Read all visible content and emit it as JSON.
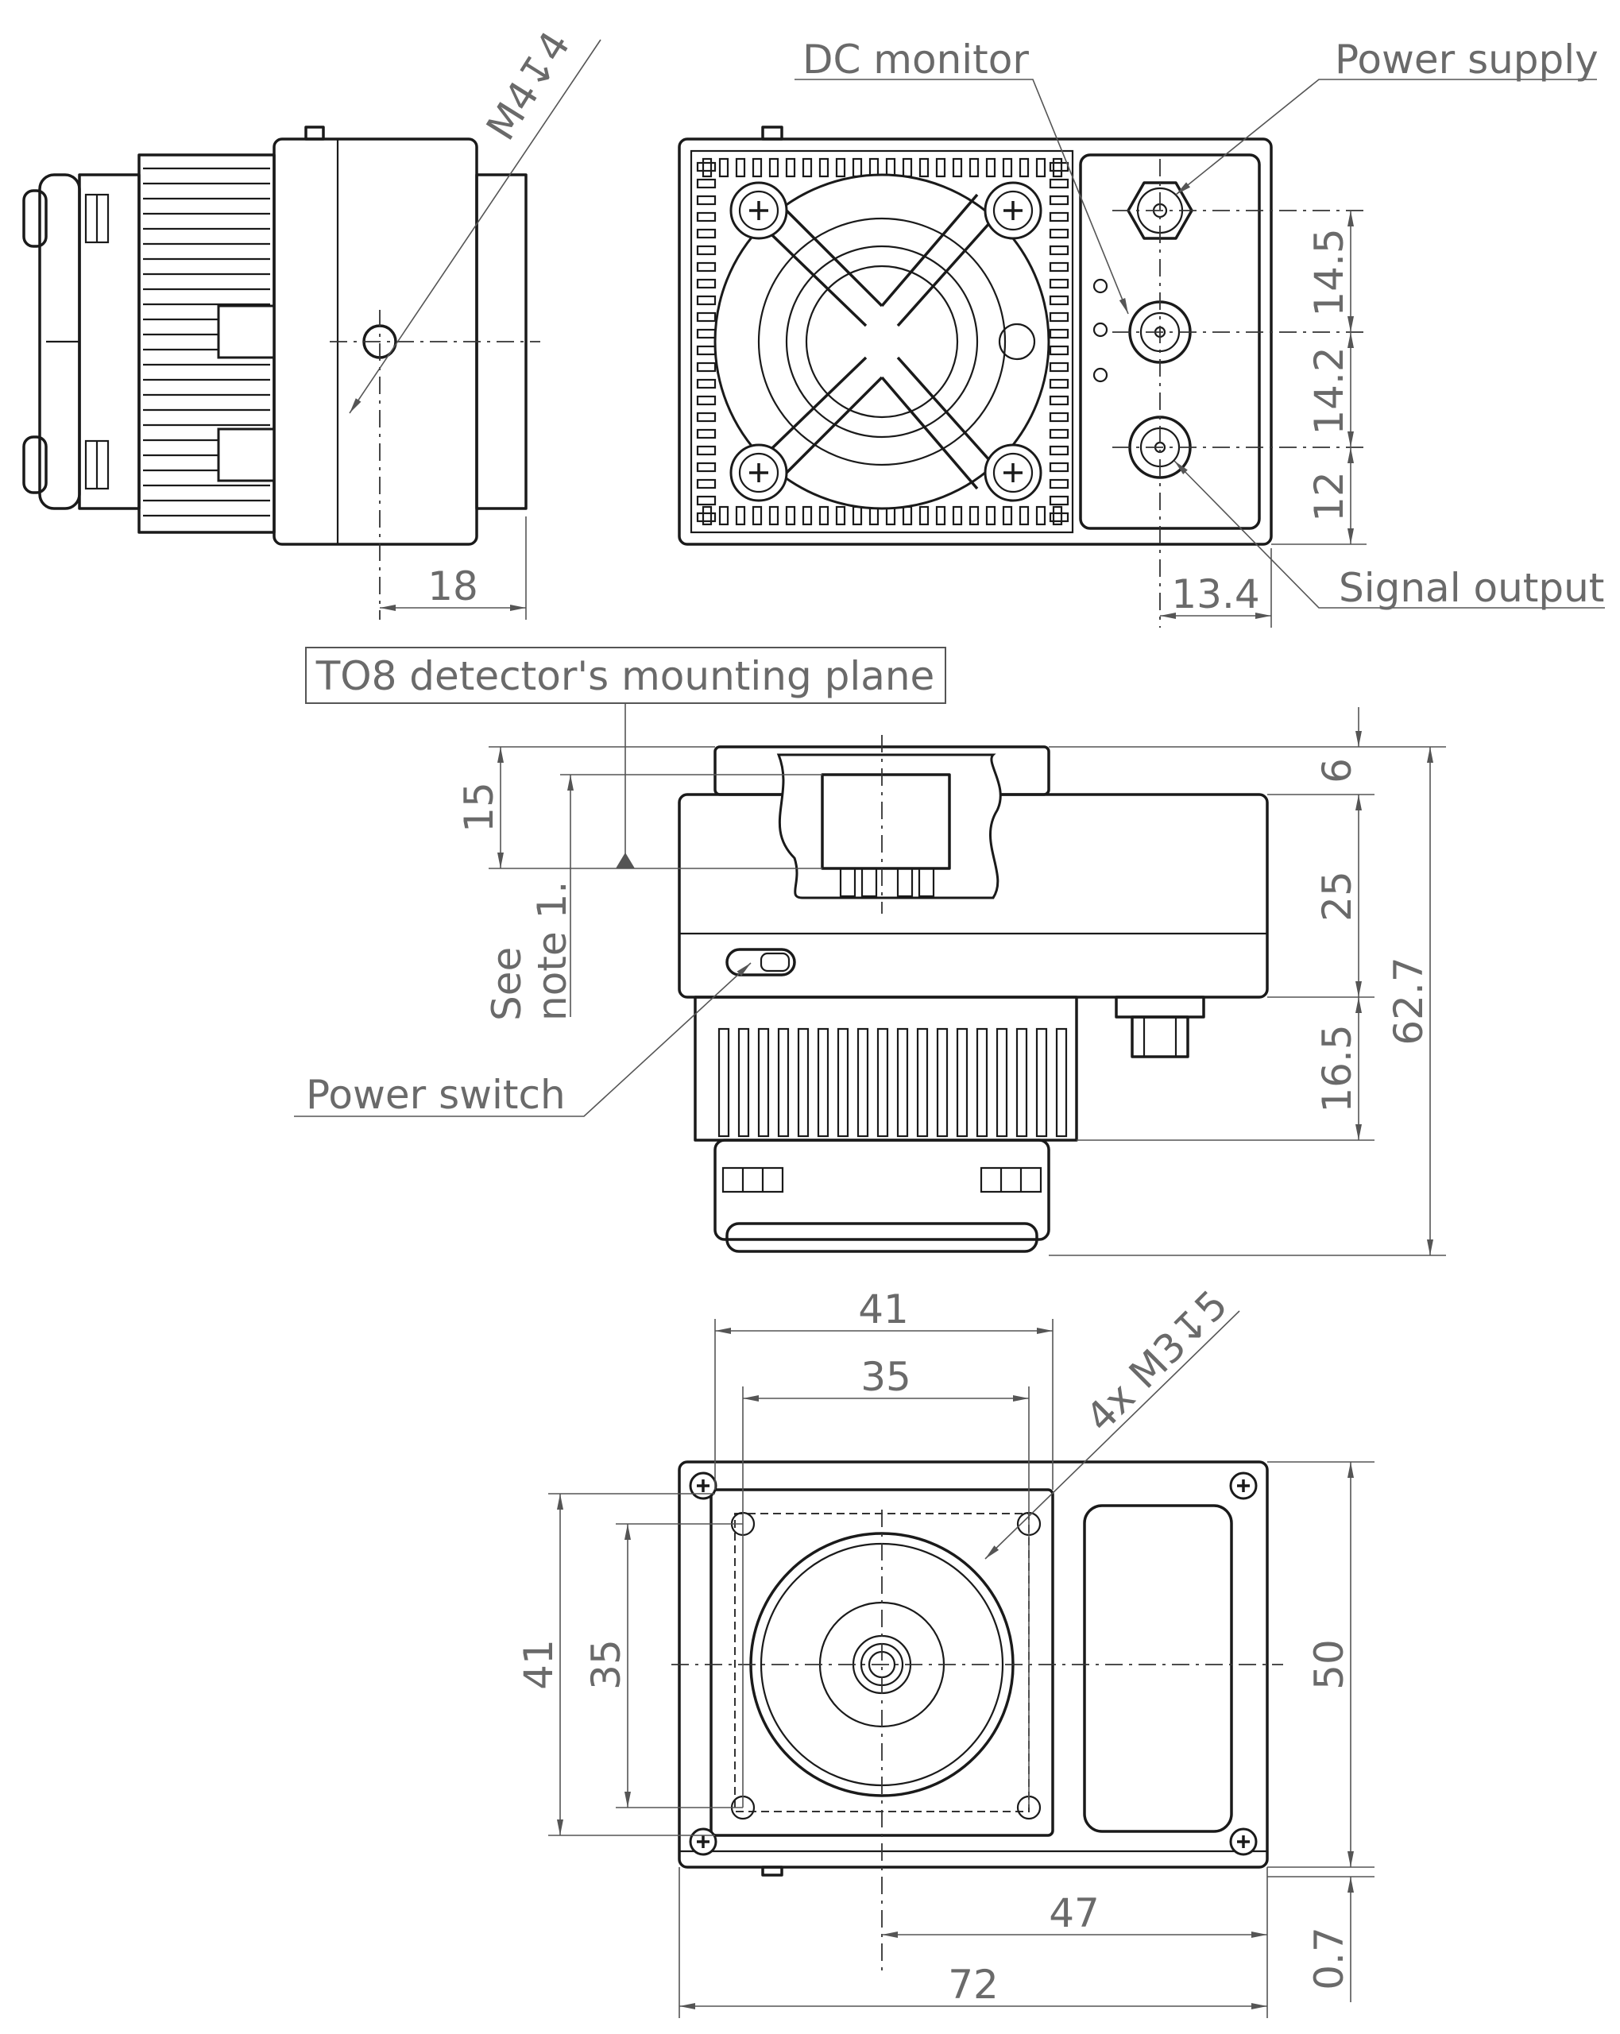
{
  "labels": {
    "dc_monitor": "DC monitor",
    "power_supply": "Power supply",
    "signal_output": "Signal output",
    "mounting_plane": "TO8 detector's mounting plane",
    "power_switch": "Power switch",
    "see_note_line1": "See",
    "see_note_line2": "note 1.",
    "thread_side": "M4↧4",
    "thread_bottom": "4x M3↧5"
  },
  "dimensions": {
    "side_depth": "18",
    "conn_pitch_1": "14.5",
    "conn_pitch_2": "14.2",
    "conn_bottom": "12",
    "conn_edge": "13.4",
    "plane_offset": "15",
    "top_cap": "6",
    "body": "25",
    "heatsink": "16.5",
    "overall_height": "62.7",
    "width_41_top": "41",
    "width_35_top": "35",
    "height_41_left": "41",
    "height_35_left": "35",
    "overall_50": "50",
    "offset_47": "47",
    "offset_0_7": "0.7",
    "overall_72": "72"
  }
}
